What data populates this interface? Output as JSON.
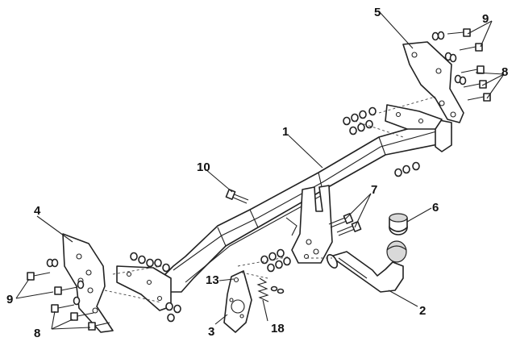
{
  "diagram": {
    "callouts": [
      {
        "id": "c1",
        "label": "1"
      },
      {
        "id": "c2",
        "label": "2"
      },
      {
        "id": "c3",
        "label": "3"
      },
      {
        "id": "c4",
        "label": "4"
      },
      {
        "id": "c5",
        "label": "5"
      },
      {
        "id": "c6",
        "label": "6"
      },
      {
        "id": "c7",
        "label": "7"
      },
      {
        "id": "c8a",
        "label": "8"
      },
      {
        "id": "c8b",
        "label": "8"
      },
      {
        "id": "c9a",
        "label": "9"
      },
      {
        "id": "c9b",
        "label": "9"
      },
      {
        "id": "c10",
        "label": "10"
      },
      {
        "id": "c13",
        "label": "13"
      },
      {
        "id": "c18",
        "label": "18"
      }
    ]
  }
}
